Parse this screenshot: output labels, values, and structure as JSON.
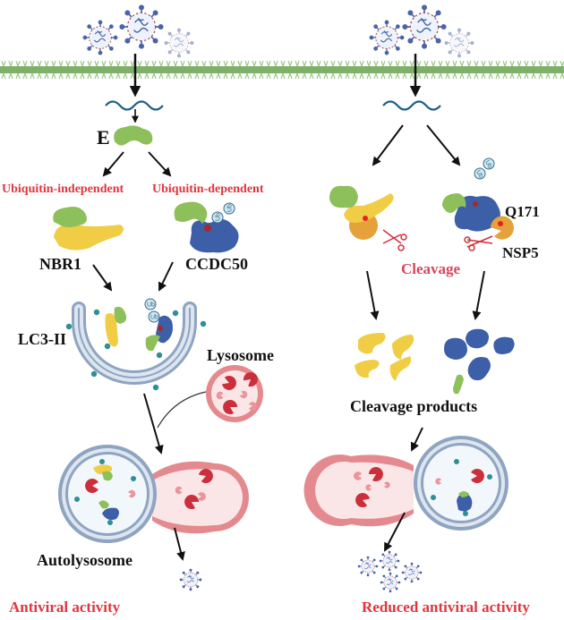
{
  "labels": {
    "e_protein": "E",
    "ubiquitin_independent": "Ubiquitin-independent",
    "ubiquitin_dependent": "Ubiquitin-dependent",
    "nbr1": "NBR1",
    "ccdc50": "CCDC50",
    "lc3_ii": "LC3-II",
    "lysosome": "Lysosome",
    "autolysosome": "Autolysosome",
    "antiviral_activity": "Antiviral activity",
    "q171": "Q171",
    "nsp5": "NSP5",
    "cleavage": "Cleavage",
    "cleavage_products": "Cleavage products",
    "reduced_antiviral_activity": "Reduced antiviral activity",
    "ub_tag": "Ub"
  },
  "colors": {
    "red_text": "#e0353d",
    "pink_text": "#d6475a",
    "membrane_green": "#7fb069",
    "e_protein_green": "#8dbf5a",
    "nbr1_yellow": "#f0cd45",
    "ccdc50_blue": "#3d5fa8",
    "nsp5_orange": "#e5a23a",
    "lc3_teal": "#2e8f96",
    "autophagosome_blue": "#9fb4cc",
    "lysosome_red": "#e48a8f",
    "rna_blue": "#1d5f86",
    "virus_blue": "#4a64a8"
  }
}
